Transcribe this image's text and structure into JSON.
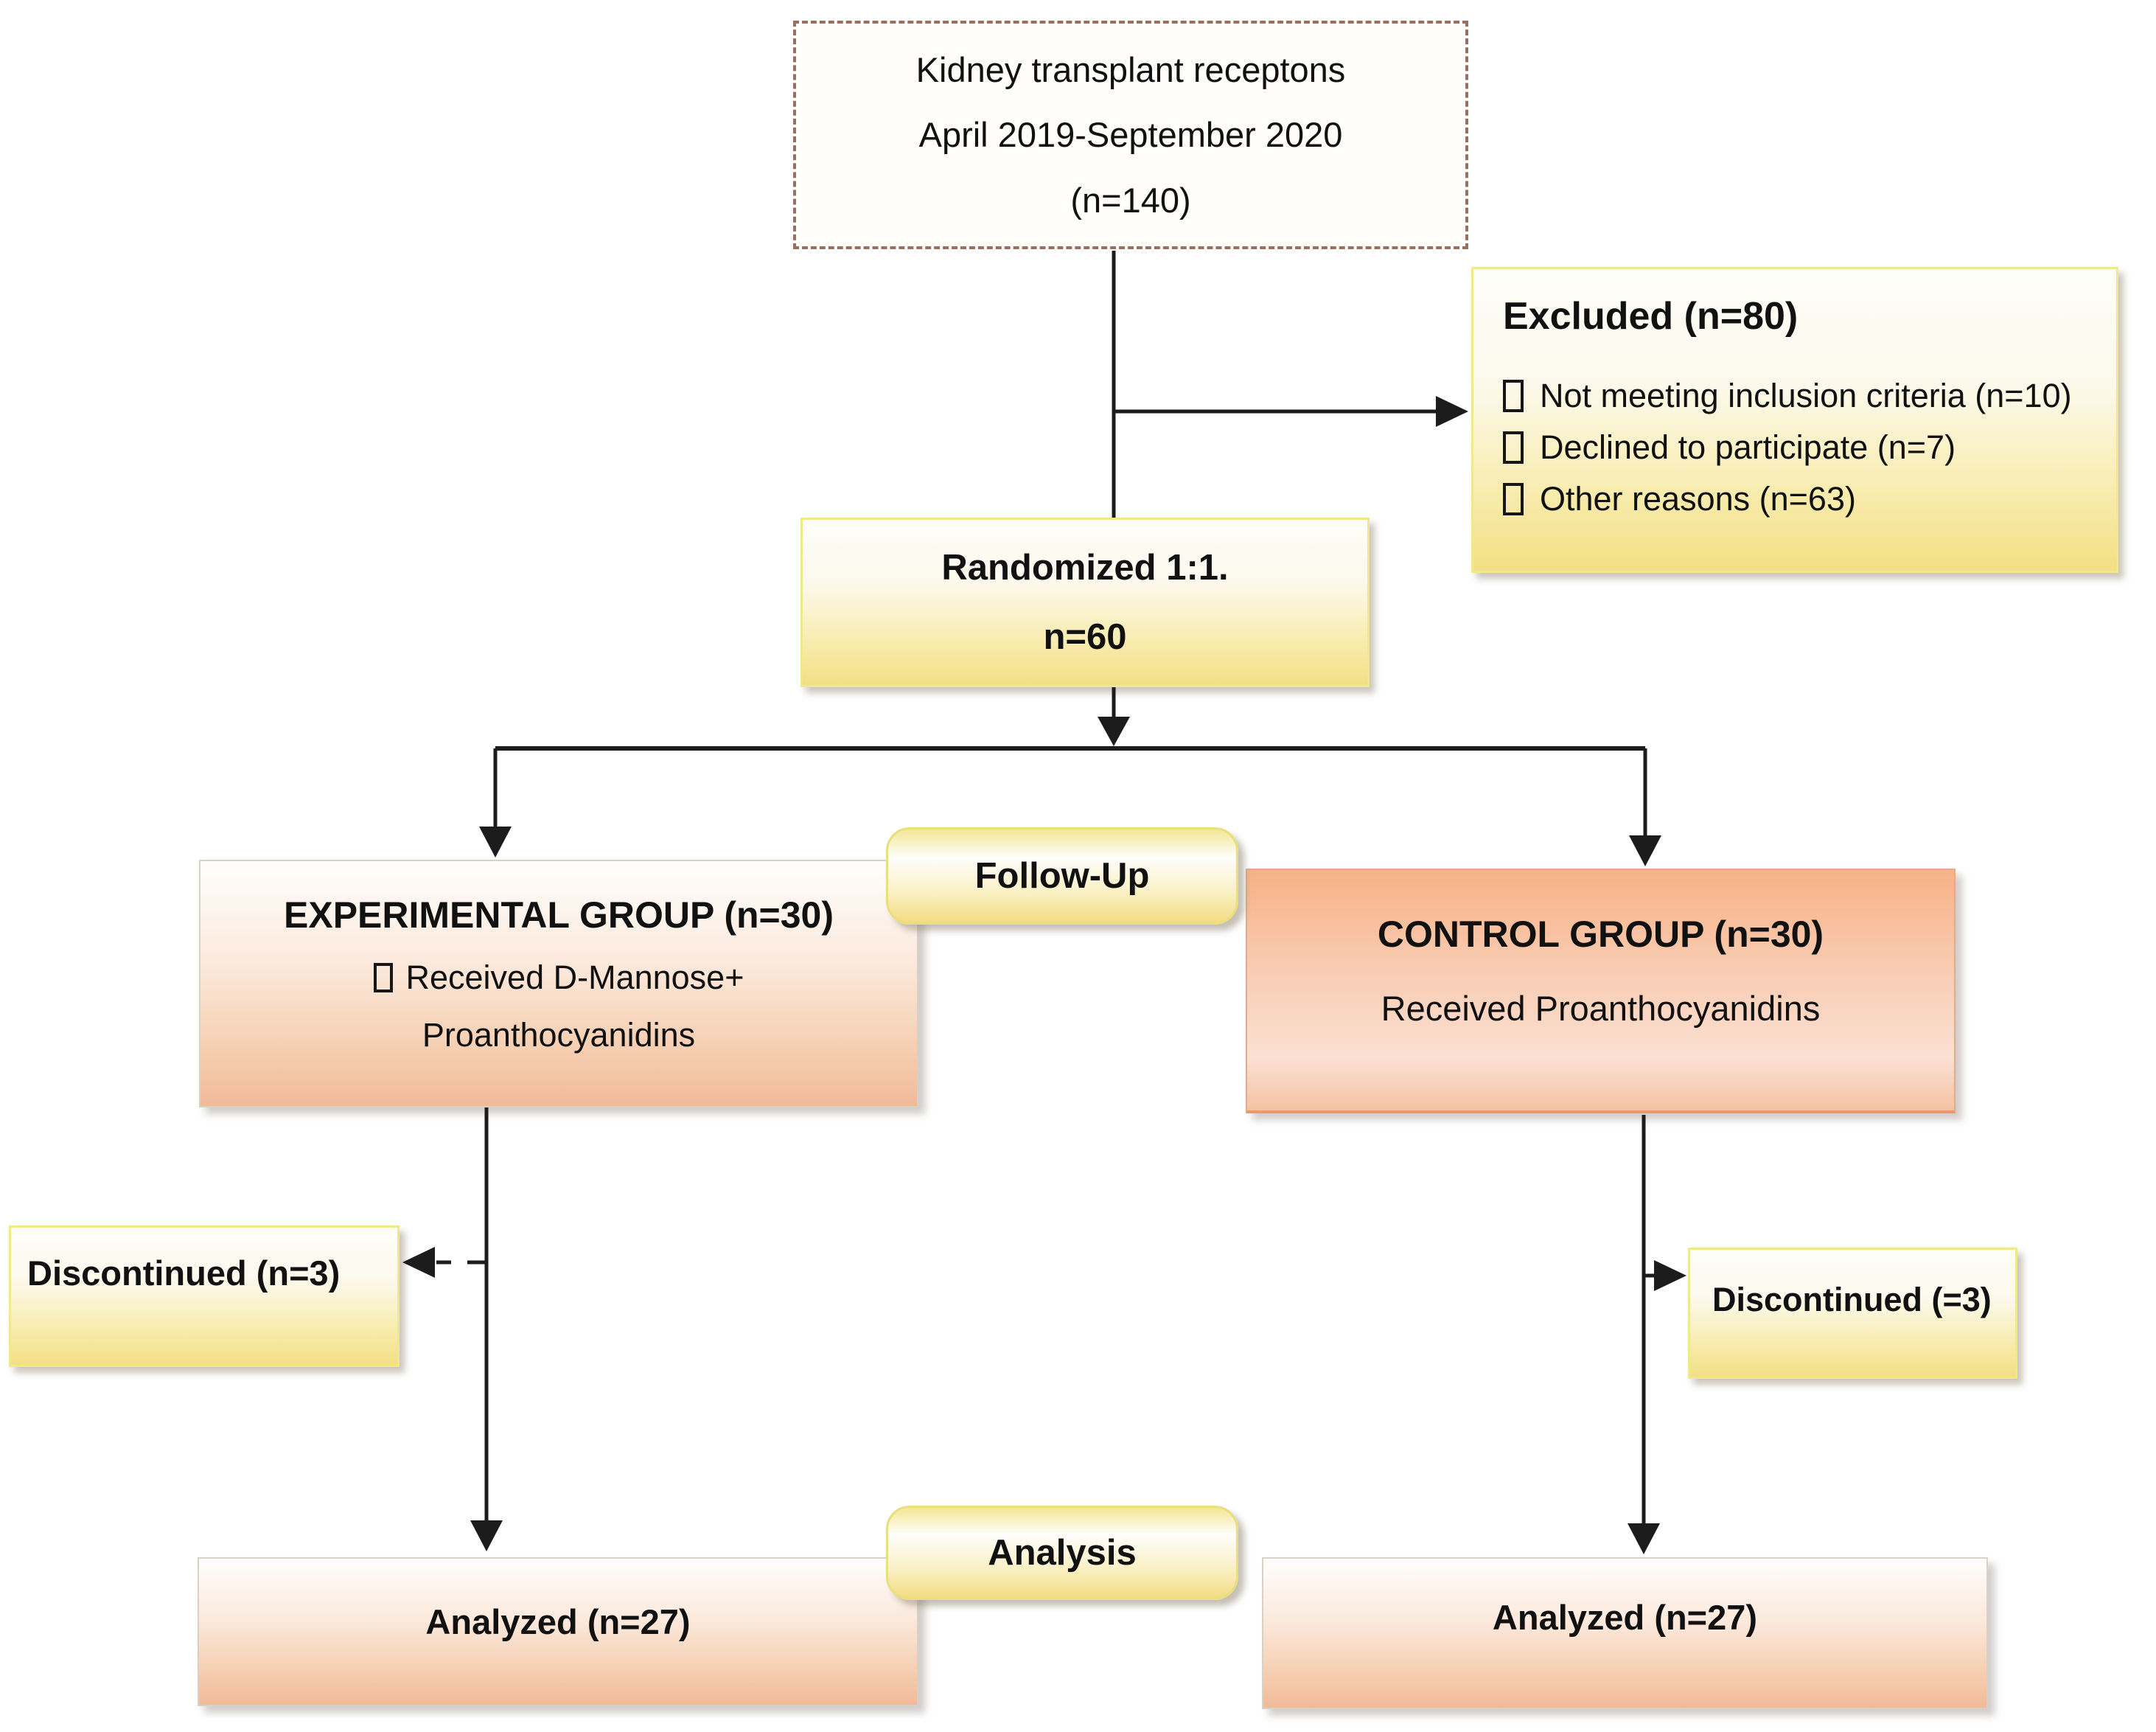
{
  "diagram": {
    "eligibility": {
      "line1": "Kidney transplant receptons",
      "line2": "April 2019-September 2020",
      "line3": "(n=140)"
    },
    "excluded": {
      "title": "Excluded (n=80)",
      "items": [
        "Not meeting inclusion criteria (n=10)",
        "Declined to participate (n=7)",
        "Other reasons (n=63)"
      ]
    },
    "randomized": {
      "line1": "Randomized 1:1.",
      "line2": "n=60"
    },
    "followup_label": "Follow-Up",
    "experimental": {
      "title": "EXPERIMENTAL GROUP (n=30)",
      "line1": "Received D-Mannose+",
      "line2": "Proanthocyanidins"
    },
    "control": {
      "title": "CONTROL GROUP (n=30)",
      "line1": "Received Proanthocyanidins"
    },
    "discontinued_left": "Discontinued (n=3)",
    "discontinued_right": "Discontinued (=3)",
    "analysis_label": "Analysis",
    "analyzed_left": "Analyzed (n=27)",
    "analyzed_right": "Analyzed (n=27)",
    "colors": {
      "yellow_box_bottom": "#f3df84",
      "peach_box_bottom": "#f1ba99",
      "control_box_top": "#f7b286",
      "dashed_border": "#9b6f60",
      "connector_line": "#1c1c1c"
    }
  }
}
